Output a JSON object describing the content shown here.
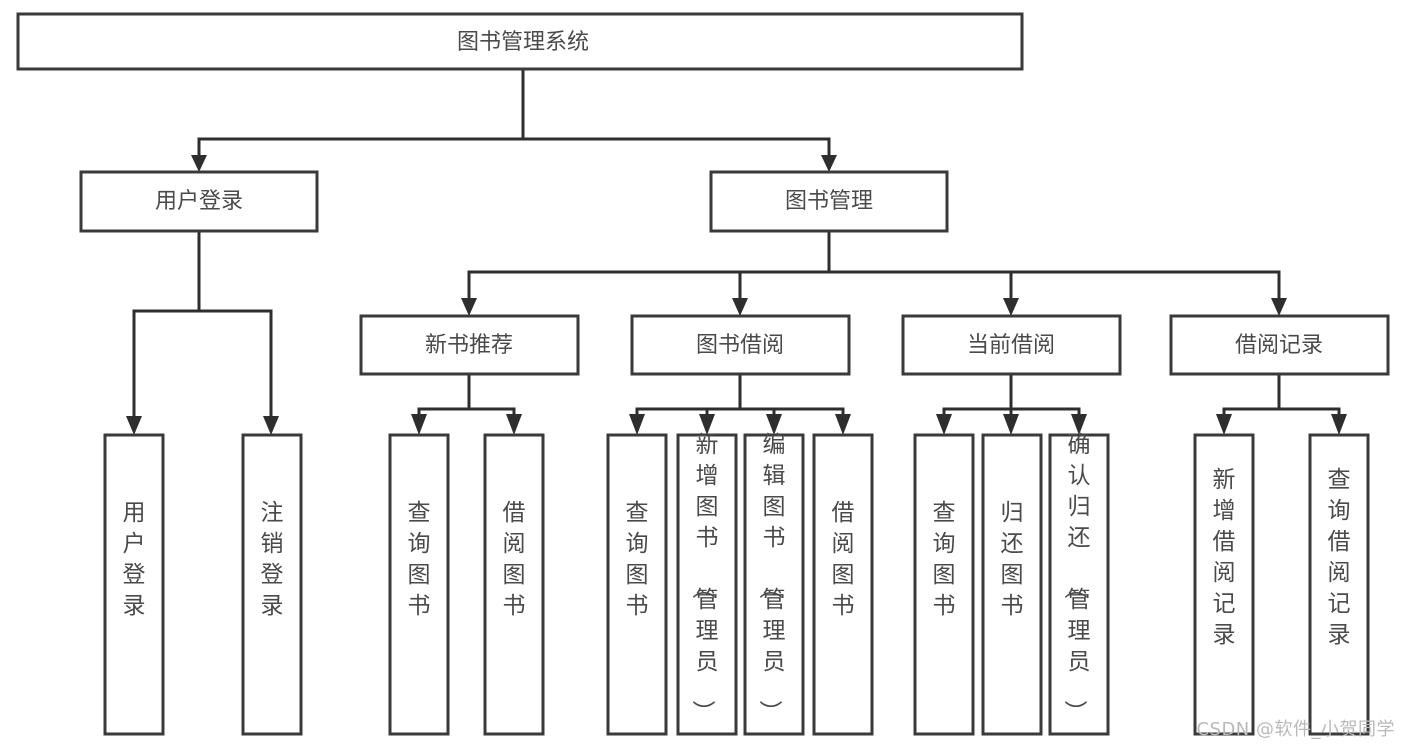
{
  "diagram": {
    "type": "tree-hierarchy-flowchart",
    "title": "图书管理系统",
    "colors": {
      "box_stroke": "#3a3a3a",
      "connector": "#2e2e2e",
      "background": "#ffffff",
      "text": "#4a4a4a",
      "watermark": "#b9b9b9"
    },
    "root": {
      "label": "图书管理系统"
    },
    "level2": [
      {
        "label": "用户登录"
      },
      {
        "label": "图书管理"
      }
    ],
    "level3": [
      {
        "label": "新书推荐"
      },
      {
        "label": "图书借阅"
      },
      {
        "label": "当前借阅"
      },
      {
        "label": "借阅记录"
      }
    ],
    "leaves": {
      "user_login": [
        {
          "label": "用户登录"
        },
        {
          "label": "注销登录"
        }
      ],
      "new_book_recommend": [
        {
          "label": "查询图书"
        },
        {
          "label": "借阅图书"
        }
      ],
      "book_borrow": [
        {
          "label": "查询图书"
        },
        {
          "label": "新增图书（管理员）"
        },
        {
          "label": "编辑图书（管理员）"
        },
        {
          "label": "借阅图书"
        }
      ],
      "current_borrow": [
        {
          "label": "查询图书"
        },
        {
          "label": "归还图书"
        },
        {
          "label": "确认归还（管理员）"
        }
      ],
      "borrow_record": [
        {
          "label": "新增借阅记录"
        },
        {
          "label": "查询借阅记录"
        }
      ]
    },
    "watermark": "CSDN @软件_小贺同学"
  }
}
